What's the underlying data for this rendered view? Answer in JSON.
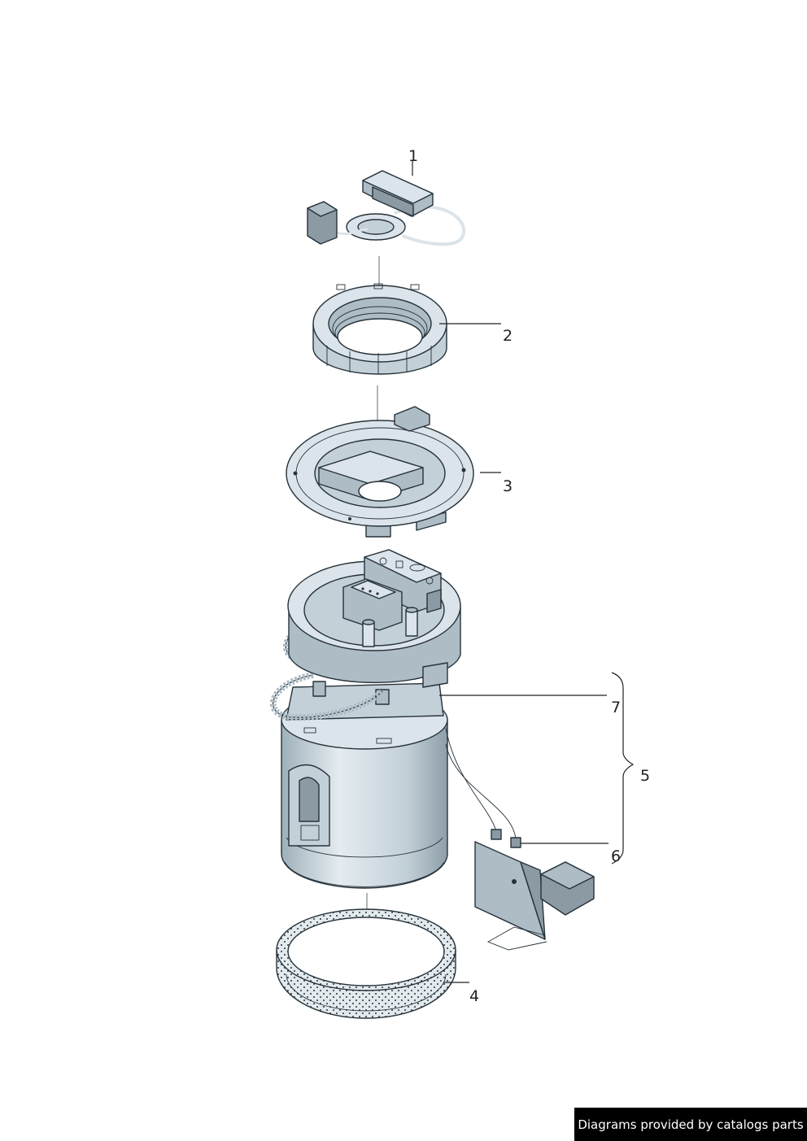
{
  "callouts": [
    {
      "id": "1",
      "label": "1"
    },
    {
      "id": "2",
      "label": "2"
    },
    {
      "id": "3",
      "label": "3"
    },
    {
      "id": "4",
      "label": "4"
    },
    {
      "id": "5",
      "label": "5"
    },
    {
      "id": "6",
      "label": "6"
    },
    {
      "id": "7",
      "label": "7"
    }
  ],
  "parts": [
    {
      "callout": "1",
      "icon": "wiring-harness-connector-icon"
    },
    {
      "callout": "2",
      "icon": "threaded-lock-ring-icon"
    },
    {
      "callout": "3",
      "icon": "flange-plate-icon"
    },
    {
      "callout": "4",
      "icon": "seal-ring-icon"
    },
    {
      "callout": "5",
      "icon": "fuel-pump-module-icon"
    },
    {
      "callout": "6",
      "icon": "fuel-level-sender-icon"
    },
    {
      "callout": "7",
      "icon": "pump-housing-icon"
    }
  ],
  "colors": {
    "part_fill": "#dbe4ea",
    "part_shade": "#aebcc5",
    "part_dark": "#8c9aa3",
    "line": "#26323a"
  },
  "footer": {
    "credit": "Diagrams provided by catalogs parts"
  }
}
